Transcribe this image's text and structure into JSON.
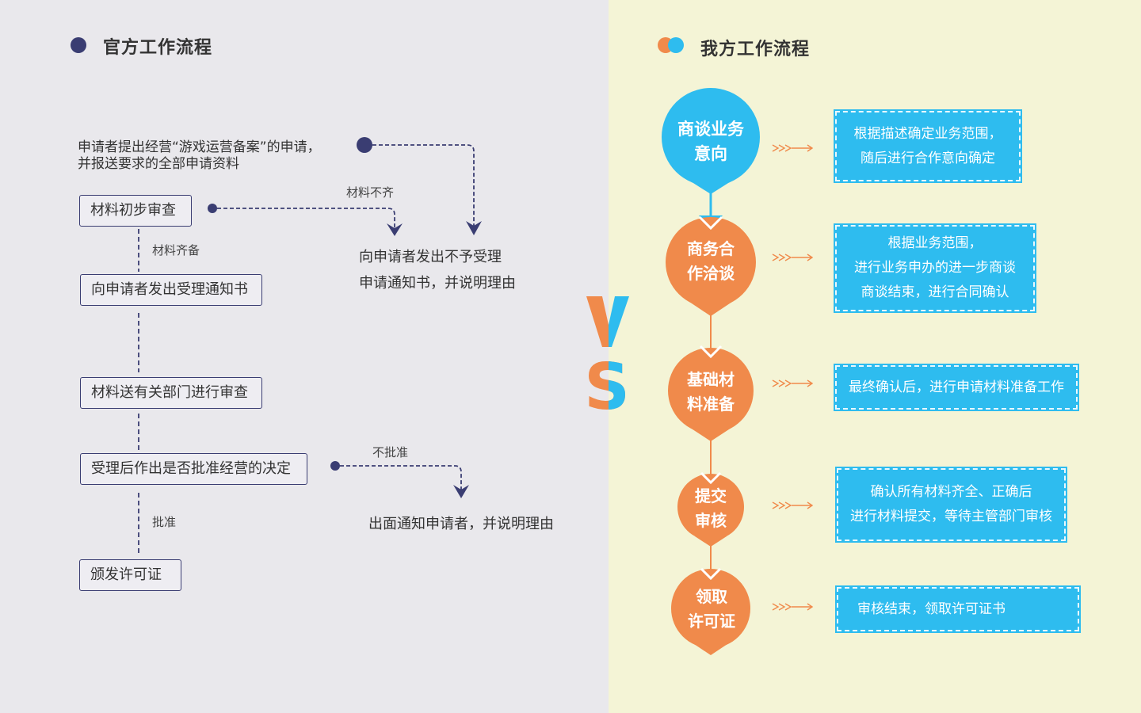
{
  "left": {
    "title": "官方工作流程",
    "intro": [
      "申请者提出经营“游戏运营备案”的申请，",
      "并报送要求的全部申请资料"
    ],
    "steps": [
      "材料初步审查",
      "向申请者发出受理通知书",
      "材料送有关部门进行审查",
      "受理后作出是否批准经营的决定",
      "颁发许可证"
    ],
    "edge_labels": [
      "材料不齐",
      "材料齐备",
      "不批准",
      "批准"
    ],
    "outcomes": {
      "reject_lines": [
        "向申请者发出不予受理",
        "申请通知书，并说明理由"
      ],
      "deny": "出面通知申请者，并说明理由"
    }
  },
  "vs": {
    "v": "V",
    "s": "S"
  },
  "right": {
    "title": "我方工作流程",
    "nodes": [
      {
        "label": [
          "商谈业务",
          "意向"
        ],
        "color": "#2ebcef"
      },
      {
        "label": [
          "商务合",
          "作洽谈"
        ],
        "color": "#f08a4b"
      },
      {
        "label": [
          "基础材",
          "料准备"
        ],
        "color": "#f08a4b"
      },
      {
        "label": [
          "提交",
          "审核"
        ],
        "color": "#f08a4b"
      },
      {
        "label": [
          "领取",
          "许可证"
        ],
        "color": "#f08a4b"
      }
    ],
    "details": [
      [
        "根据描述确定业务范围，",
        "随后进行合作意向确定"
      ],
      [
        "根据业务范围，",
        "进行业务申办的进一步商谈",
        "商谈结束，进行合同确认"
      ],
      [
        "最终确认后，进行申请材料准备工作"
      ],
      [
        "确认所有材料齐全、正确后",
        "进行材料提交，等待主管部门审核"
      ],
      [
        "审核结束，领取许可证书"
      ]
    ]
  },
  "colors": {
    "navy": "#3a3d72",
    "orange": "#f08a4b",
    "blue": "#2ebcef"
  }
}
